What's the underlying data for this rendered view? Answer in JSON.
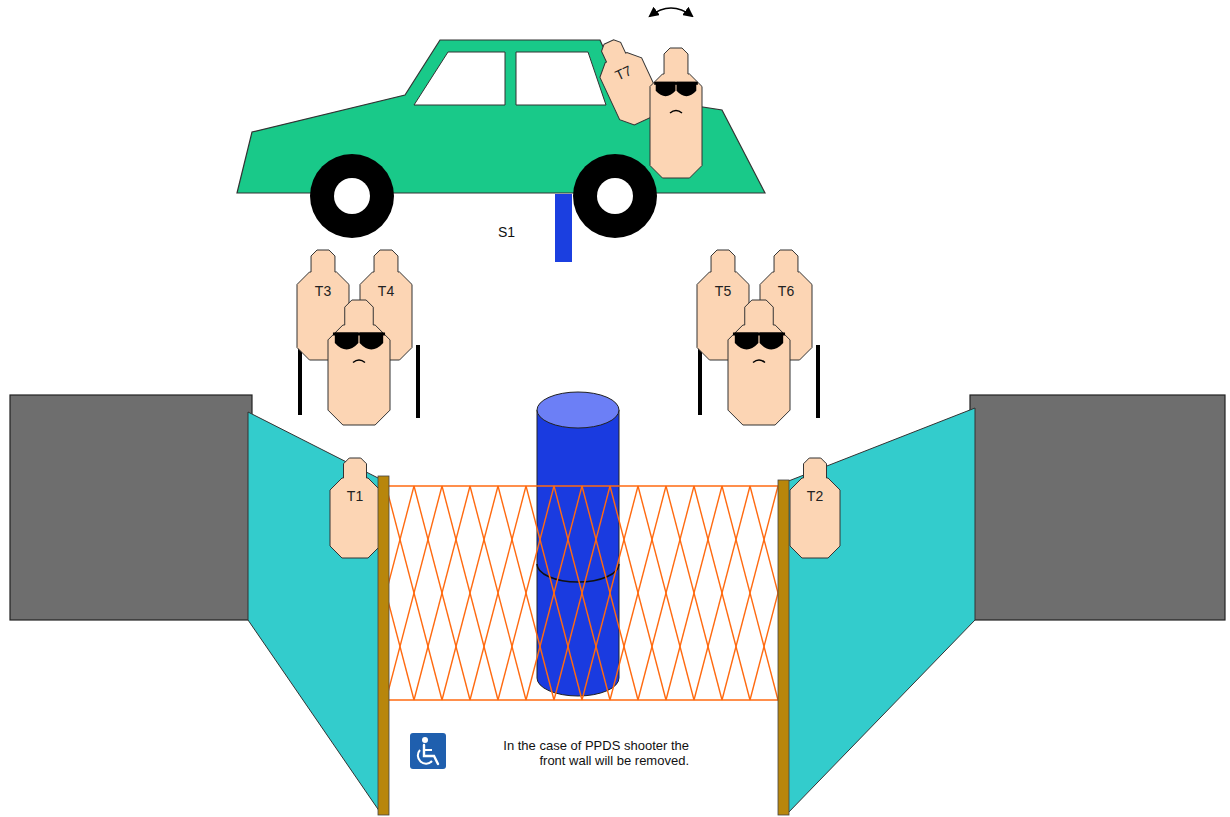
{
  "diagram": {
    "nodes": [
      {
        "text": [
          "T7"
        ]
      },
      {
        "text": [
          "T3"
        ]
      },
      {
        "text": [
          "T4"
        ]
      },
      {
        "text": [
          "T5"
        ]
      },
      {
        "text": [
          "T6"
        ]
      },
      {
        "text": [
          "T1"
        ]
      },
      {
        "text": [
          "T2"
        ]
      }
    ],
    "labels": [
      "S1",
      "In the case of PPDS shooter the front wall will be removed."
    ]
  }
}
